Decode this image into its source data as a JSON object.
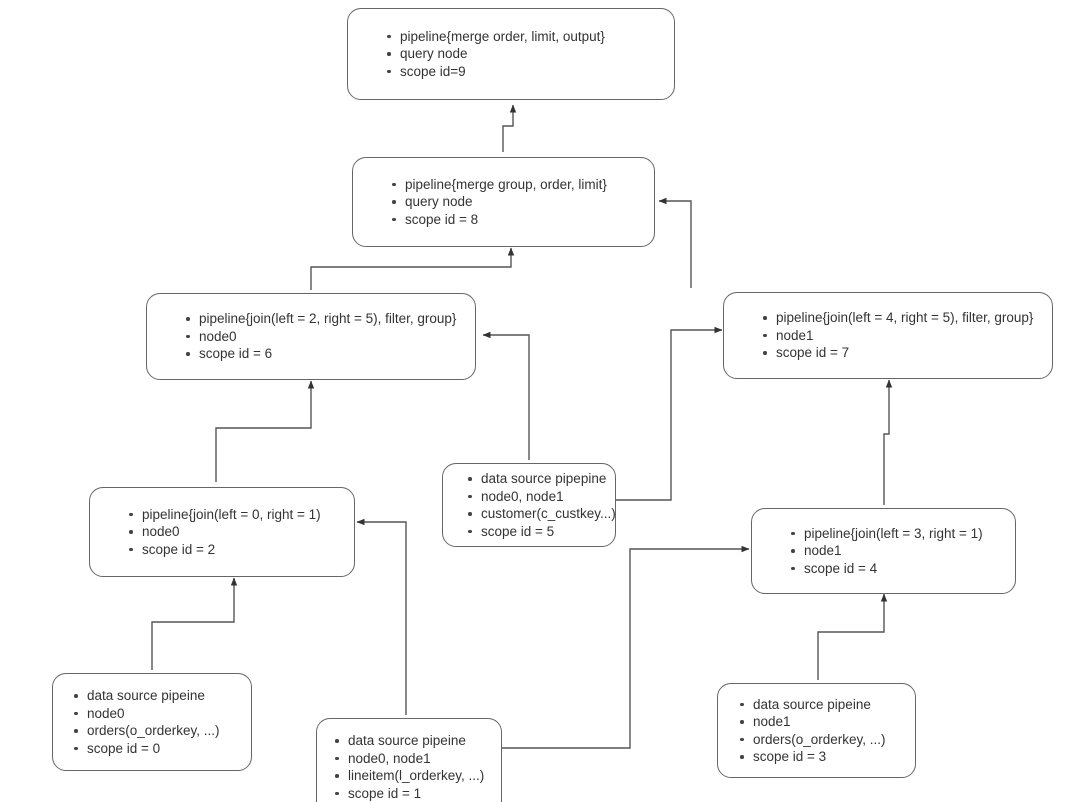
{
  "diagram": {
    "title": "query pipeline scope graph",
    "type": "flow-graph",
    "background_color": "#ffffff",
    "node_border_color": "#666666",
    "edge_color": "#555555",
    "text_color": "#333333",
    "nodes": [
      {
        "id": "scope9",
        "name": "query-node-scope-9",
        "lines": [
          "pipeline{merge order, limit, output}",
          "query node",
          "scope id=9"
        ]
      },
      {
        "id": "scope8",
        "name": "query-node-scope-8",
        "lines": [
          "pipeline{merge group, order, limit}",
          "query node",
          "scope id = 8"
        ]
      },
      {
        "id": "scope6",
        "name": "pipeline-node-scope-6",
        "lines": [
          "pipeline{join(left = 2, right = 5), filter, group}",
          "node0",
          "scope id = 6"
        ]
      },
      {
        "id": "scope7",
        "name": "pipeline-node-scope-7",
        "lines": [
          "pipeline{join(left = 4, right = 5), filter, group}",
          "node1",
          "scope id = 7"
        ]
      },
      {
        "id": "scope2",
        "name": "pipeline-node-scope-2",
        "lines": [
          "pipeline{join(left = 0, right = 1)",
          "node0",
          "scope id = 2"
        ]
      },
      {
        "id": "scope5",
        "name": "data-source-node-scope-5",
        "lines": [
          "data source pipepine",
          "node0, node1",
          "customer(c_custkey...)",
          "scope id = 5"
        ]
      },
      {
        "id": "scope4",
        "name": "pipeline-node-scope-4",
        "lines": [
          "pipeline{join(left = 3, right = 1)",
          "node1",
          "scope id = 4"
        ]
      },
      {
        "id": "scope0",
        "name": "data-source-node-scope-0",
        "lines": [
          "data source pipeine",
          "node0",
          "orders(o_orderkey, ...)",
          "scope id = 0"
        ]
      },
      {
        "id": "scope1",
        "name": "data-source-node-scope-1",
        "lines": [
          "data source pipeine",
          "node0, node1",
          "lineitem(l_orderkey, ...)",
          "scope id = 1"
        ]
      },
      {
        "id": "scope3",
        "name": "data-source-node-scope-3",
        "lines": [
          "data source pipeine",
          "node1",
          "orders(o_orderkey, ...)",
          "scope id = 3"
        ]
      }
    ],
    "edges": [
      {
        "from": "scope8",
        "to": "scope9"
      },
      {
        "from": "scope6",
        "to": "scope8"
      },
      {
        "from": "scope7",
        "to": "scope8"
      },
      {
        "from": "scope2",
        "to": "scope6"
      },
      {
        "from": "scope5",
        "to": "scope6"
      },
      {
        "from": "scope5",
        "to": "scope7"
      },
      {
        "from": "scope4",
        "to": "scope7"
      },
      {
        "from": "scope0",
        "to": "scope2"
      },
      {
        "from": "scope1",
        "to": "scope2"
      },
      {
        "from": "scope1",
        "to": "scope4"
      },
      {
        "from": "scope3",
        "to": "scope4"
      }
    ]
  }
}
